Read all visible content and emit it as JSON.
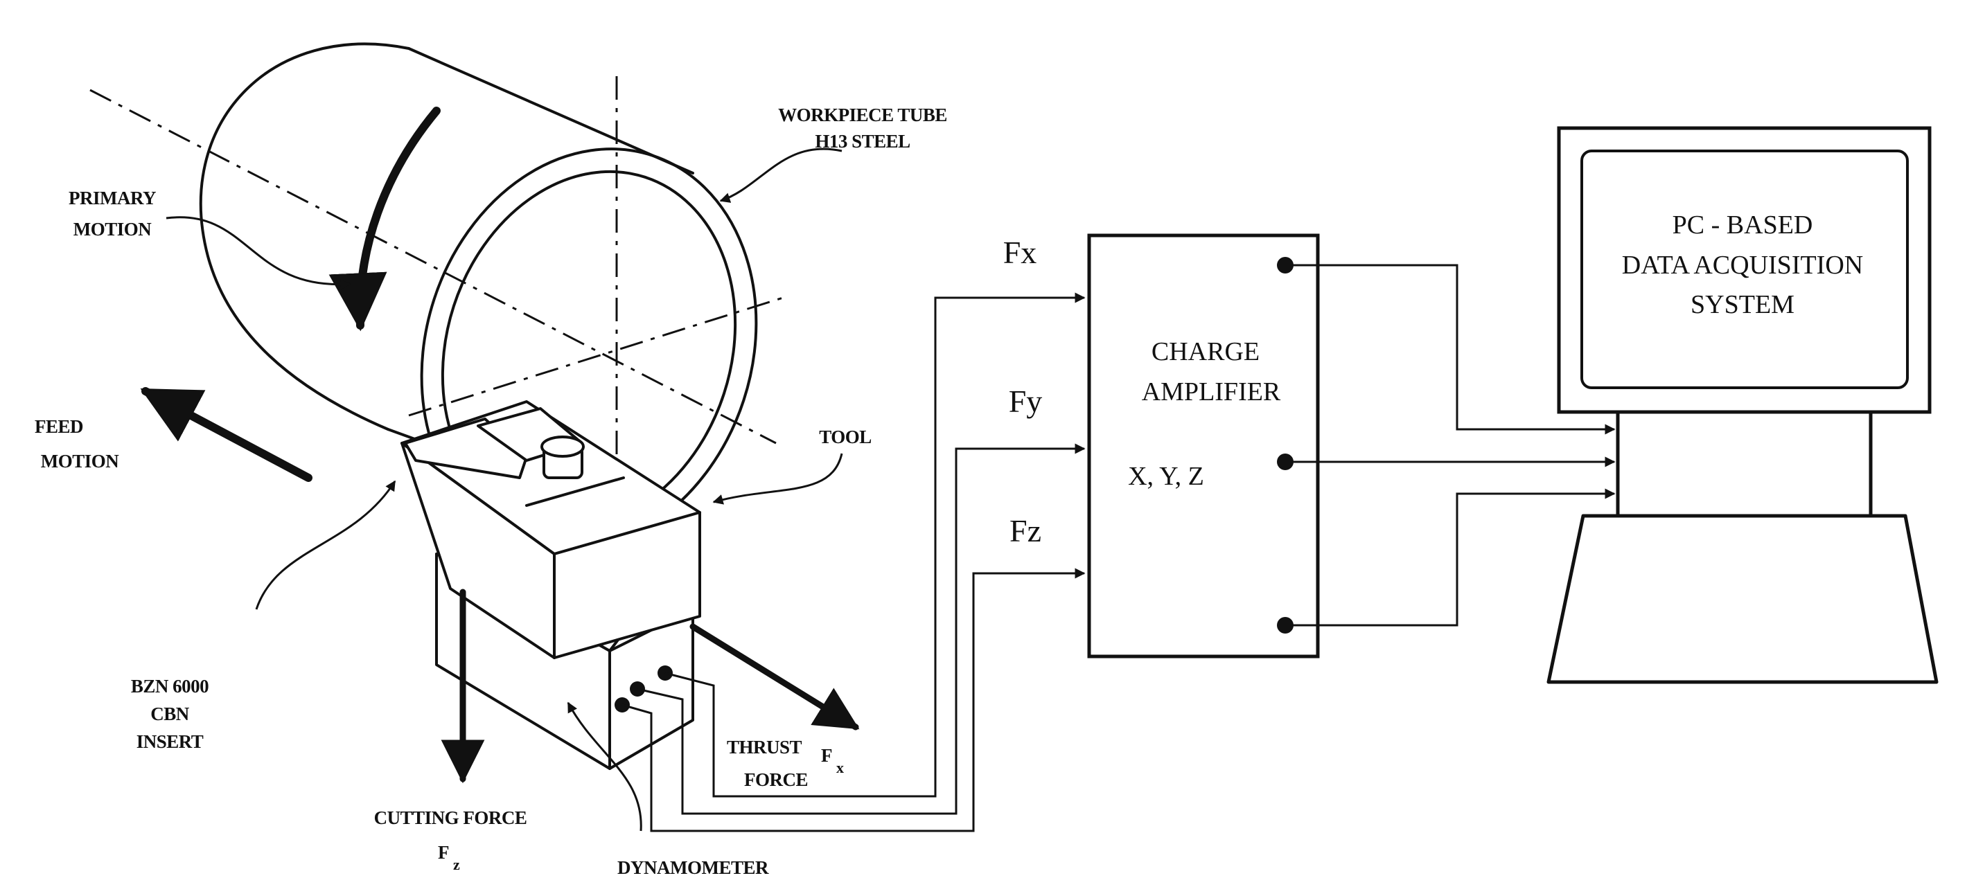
{
  "labels": {
    "workpiece_line1": "WORKPIECE TUBE",
    "workpiece_line2": "H13 STEEL",
    "primary_line1": "PRIMARY",
    "primary_line2": "MOTION",
    "feed_line1": "FEED",
    "feed_line2": "MOTION",
    "tool": "TOOL",
    "insert_line1": "BZN 6000",
    "insert_line2": "CBN",
    "insert_line3": "INSERT",
    "thrust_line1": "THRUST",
    "thrust_line2": "FORCE",
    "fx_main": "F",
    "fx_sub": "x",
    "cutting_line1": "CUTTING FORCE",
    "fz_main": "F",
    "fz_sub": "z",
    "dynamometer": "DYNAMOMETER"
  },
  "signals": {
    "fx": "Fx",
    "fy": "Fy",
    "fz": "Fz"
  },
  "amplifier": {
    "line1": "CHARGE",
    "line2": "AMPLIFIER",
    "line3": "X, Y, Z"
  },
  "pc": {
    "line1": "PC - BASED",
    "line2": "DATA ACQUISITION",
    "line3": "SYSTEM"
  }
}
